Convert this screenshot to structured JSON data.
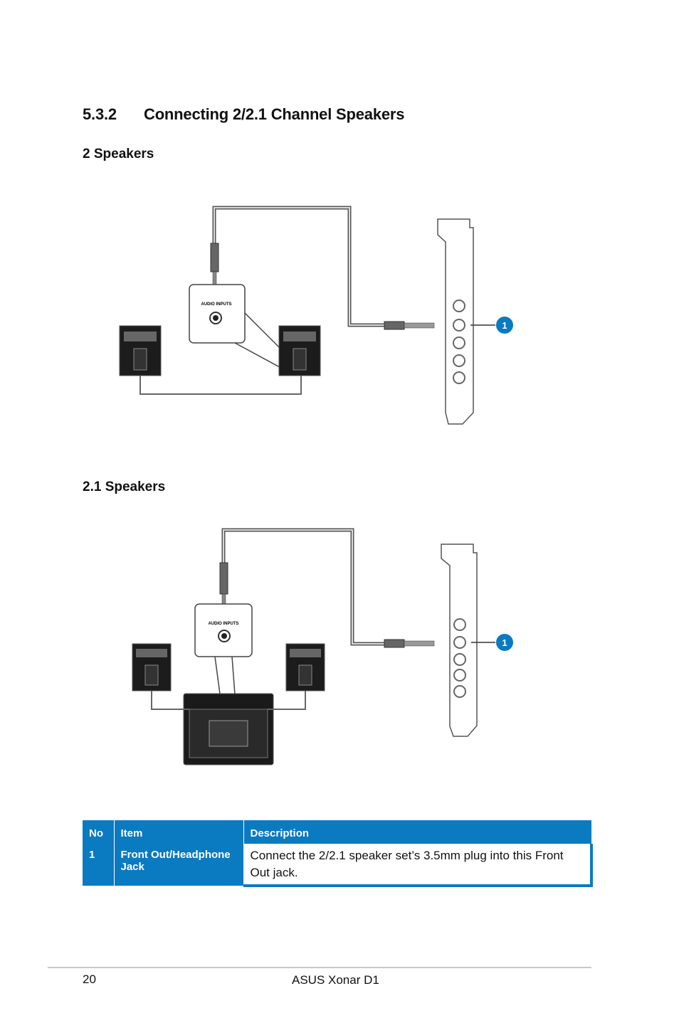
{
  "section": {
    "number": "5.3.2",
    "title": "Connecting 2/2.1 Channel Speakers"
  },
  "subsections": [
    {
      "heading": "2 Speakers",
      "callout": "1",
      "jack_label": "AUDIO INPUTS"
    },
    {
      "heading": "2.1 Speakers",
      "callout": "1",
      "jack_label": "AUDIO INPUTS"
    }
  ],
  "table": {
    "headers": [
      "No",
      "Item",
      "Description"
    ],
    "rows": [
      {
        "no": "1",
        "item": "Front Out/Headphone Jack",
        "description": "Connect the 2/2.1 speaker set’s 3.5mm plug into this Front Out jack."
      }
    ]
  },
  "footer": {
    "page": "20",
    "title": "ASUS Xonar D1"
  },
  "colors": {
    "accent": "#0a7ac1"
  }
}
